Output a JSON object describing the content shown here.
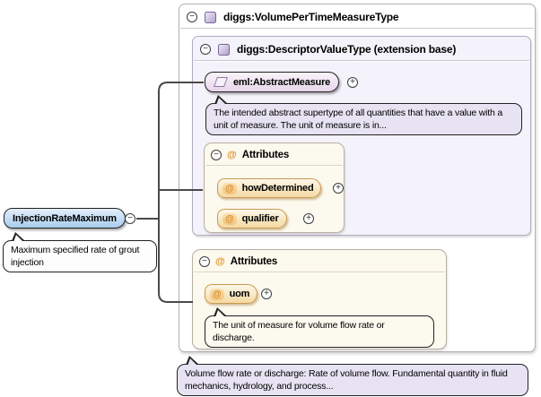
{
  "icons": {
    "collapse": "−",
    "expand": "+",
    "at": "@"
  },
  "root_container": {
    "title": "diggs:VolumePerTimeMeasureType"
  },
  "extension_container": {
    "title": "diggs:DescriptorValueType (extension base)"
  },
  "abstract_element": {
    "label": "eml:AbstractMeasure",
    "annotation": "The intended abstract supertype of all quantities that have a value with a unit of measure. The unit of measure is in..."
  },
  "inherited_attributes": {
    "title": "Attributes",
    "items": [
      {
        "label": "howDetermined"
      },
      {
        "label": "qualifier"
      }
    ]
  },
  "own_attributes": {
    "title": "Attributes",
    "items": [
      {
        "label": "uom"
      }
    ],
    "annotation": "The unit of measure for volume flow rate or discharge."
  },
  "element": {
    "label": "InjectionRateMaximum",
    "annotation": "Maximum specified rate of grout injection"
  },
  "footer_annotation": "Volume flow rate or discharge: Rate of volume flow. Fundamental quantity in fluid mechanics, hydrology, and process...",
  "colors": {
    "element_fill": "#a9cdee",
    "attribute_fill": "#f4d9a2",
    "annotation_fill": "#e7e3f3",
    "type_icon_fill": "#b2a0cc",
    "attributes_panel_fill": "#fcf9ee",
    "extension_panel_fill": "#f4f2fa",
    "at_symbol": "#e0922c",
    "connector": "#4a4a4a"
  }
}
